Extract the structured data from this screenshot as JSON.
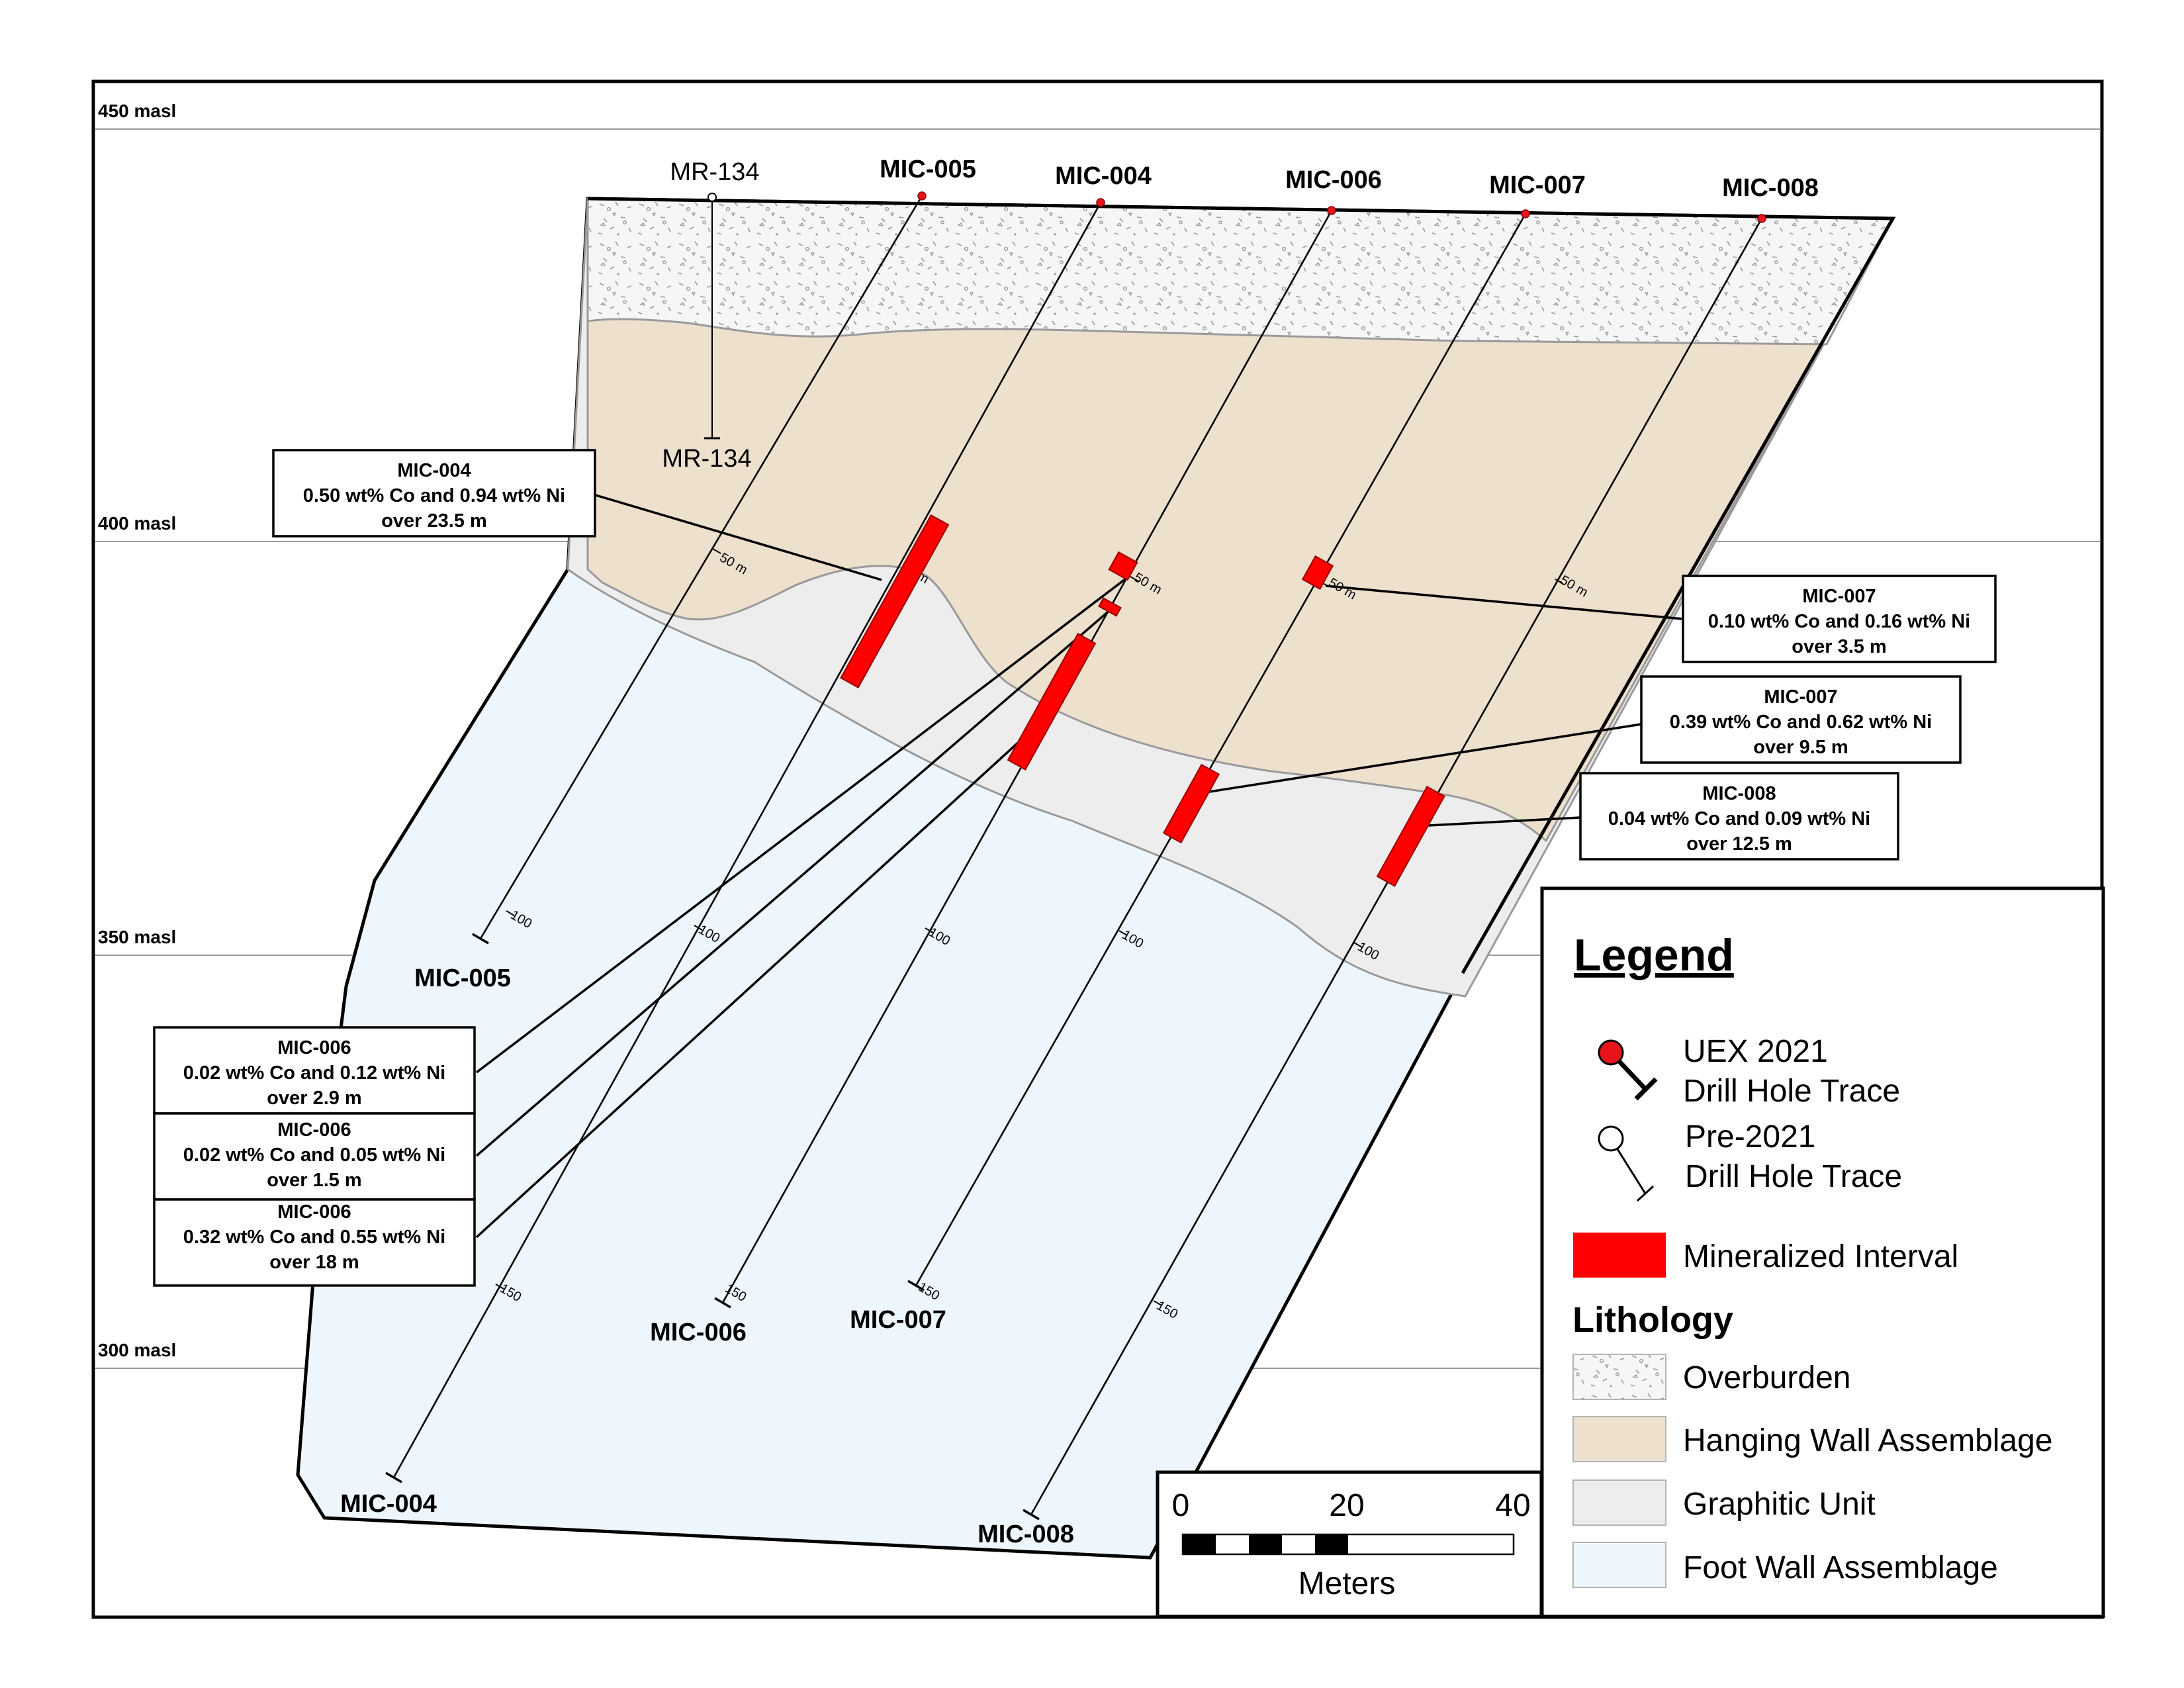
{
  "elevations": [
    {
      "label": "450 masl",
      "value": 450
    },
    {
      "label": "400 masl",
      "value": 400
    },
    {
      "label": "350 masl",
      "value": 350
    },
    {
      "label": "300 masl",
      "value": 300
    }
  ],
  "pre_hole": {
    "top_label": "MR-134",
    "bottom_label": "MR-134"
  },
  "holes": [
    {
      "id": "mic-005",
      "top_label": "MIC-005",
      "bottom_label": "MIC-005"
    },
    {
      "id": "mic-004",
      "top_label": "MIC-004",
      "bottom_label": "MIC-004"
    },
    {
      "id": "mic-006",
      "top_label": "MIC-006",
      "bottom_label": "MIC-006"
    },
    {
      "id": "mic-007",
      "top_label": "MIC-007",
      "bottom_label": "MIC-007"
    },
    {
      "id": "mic-008",
      "top_label": "MIC-008",
      "bottom_label": "MIC-008"
    }
  ],
  "depth_ticks": {
    "t50": "50 m",
    "t100": "100",
    "t150": "150"
  },
  "callouts": [
    {
      "hole": "MIC-004",
      "grade": "0.50 wt%  Co and 0.94 wt%  Ni",
      "length": "over 23.5 m"
    },
    {
      "hole": "MIC-007",
      "grade": "0.10 wt%  Co and 0.16 wt%  Ni",
      "length": "over 3.5 m"
    },
    {
      "hole": "MIC-007",
      "grade": "0.39 wt%  Co and 0.62 wt%  Ni",
      "length": "over 9.5 m"
    },
    {
      "hole": "MIC-008",
      "grade": "0.04 wt%  Co and 0.09 wt%  Ni",
      "length": "over 12.5 m"
    },
    {
      "hole": "MIC-006",
      "grade": "0.02 wt%  Co and 0.12 wt%  Ni",
      "length": "over 2.9 m"
    },
    {
      "hole": "MIC-006",
      "grade": "0.02 wt%  Co and 0.05 wt%  Ni",
      "length": "over 1.5 m"
    },
    {
      "hole": "MIC-006",
      "grade": "0.32 wt%  Co and 0.55 wt%  Ni",
      "length": "over 18 m"
    }
  ],
  "legend": {
    "title": "Legend",
    "uex_line1": "UEX 2021",
    "uex_line2": "Drill Hole Trace",
    "pre_line1": "Pre-2021",
    "pre_line2": "Drill Hole Trace",
    "mineralized": "Mineralized Interval",
    "lithology_title": "Lithology",
    "lithology": [
      "Overburden",
      "Hanging Wall Assemblage",
      "Graphitic Unit",
      "Foot Wall Assemblage"
    ]
  },
  "scale_bar": {
    "ticks": [
      "0",
      "20",
      "40"
    ],
    "unit": "Meters"
  },
  "colors": {
    "overburden": "#f6f6f6",
    "hanging_wall": "#ede0cd",
    "graphitic": "#ededed",
    "foot_wall": "#eef6fd",
    "mineralized": "#ff0000",
    "uex_collar": "#e8141b"
  }
}
